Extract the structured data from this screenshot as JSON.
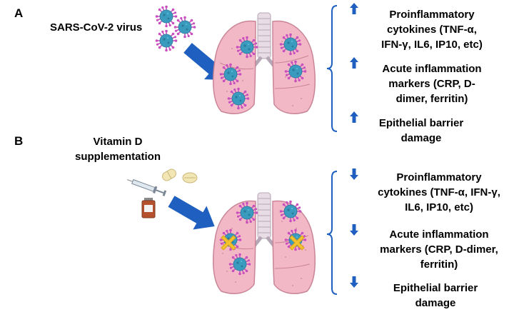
{
  "panel_a": {
    "label": "A",
    "virus_label": "SARS-CoV-2 virus",
    "effects": [
      {
        "direction": "up",
        "lines": [
          "Proinflammatory",
          "cytokines (TNF-α,",
          "IFN-γ, IL6, IP10, etc)"
        ]
      },
      {
        "direction": "up",
        "lines": [
          "Acute inflammation",
          "markers (CRP, D-",
          "dimer, ferritin)"
        ]
      },
      {
        "direction": "up",
        "lines": [
          "Epithelial barrier",
          "damage"
        ]
      }
    ]
  },
  "panel_b": {
    "label": "B",
    "treatment_lines": [
      "Vitamin D",
      "supplementation"
    ],
    "effects": [
      {
        "direction": "down",
        "lines": [
          "Proinflammatory",
          "cytokines (TNF-α, IFN-γ,",
          "IL6, IP10, etc)"
        ]
      },
      {
        "direction": "down",
        "lines": [
          "Acute inflammation",
          "markers (CRP, D-dimer,",
          "ferritin)"
        ]
      },
      {
        "direction": "down",
        "lines": [
          "Epithelial barrier",
          "damage"
        ]
      }
    ]
  },
  "colors": {
    "arrow_blue": "#1f5fbf",
    "lung_pink": "#f2b8c6",
    "lung_outline": "#c98597",
    "virus_teal": "#3a9bbf",
    "virus_spike": "#c94fbf",
    "blocked_cross": "#f2c230"
  }
}
